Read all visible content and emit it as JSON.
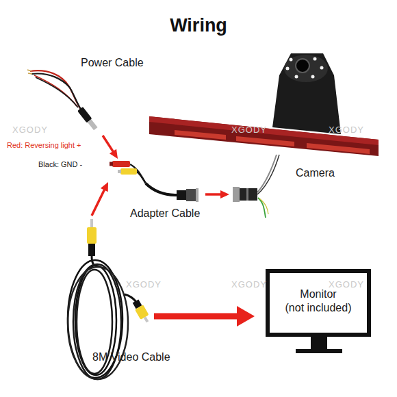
{
  "diagram": {
    "title": "Wiring",
    "nodes": [
      {
        "text": [
          "Power Cable"
        ]
      },
      {
        "text": [
          "Adapter Cable"
        ]
      },
      {
        "text": [
          "Camera"
        ]
      },
      {
        "text": [
          "8M Video Cable"
        ]
      },
      {
        "text": [
          "Monitor (not included)"
        ]
      }
    ],
    "edges": [
      {
        "from": 0,
        "to": 1,
        "arrow": "to"
      },
      {
        "from": 1,
        "to": 2,
        "arrow": "to"
      },
      {
        "from": 3,
        "to": 1,
        "arrow": "to"
      },
      {
        "from": 3,
        "to": 4,
        "arrow": "to"
      }
    ],
    "labels": [
      "Red: Reversing light +",
      "Black: GND -",
      "XGODY",
      "XGODY",
      "XGODY",
      "XGODY",
      "XGODY",
      "XGODY"
    ]
  }
}
